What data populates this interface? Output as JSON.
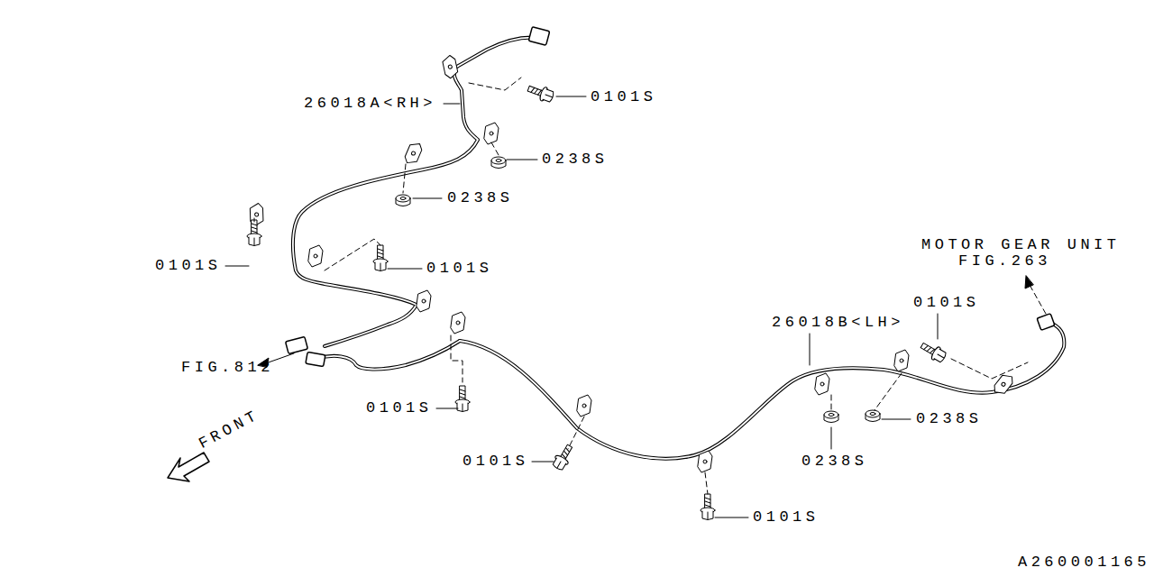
{
  "diagram": {
    "labels": [
      "26018A<RH>",
      "0101S",
      "0238S",
      "0238S",
      "0101S",
      "0101S",
      "FIG.812",
      "0101S",
      "0101S",
      "0101S",
      "26018B<LH>",
      "0101S",
      "MOTOR GEAR UNIT",
      "FIG.263",
      "0238S",
      "0238S",
      "FRONT",
      "A260001165"
    ]
  }
}
